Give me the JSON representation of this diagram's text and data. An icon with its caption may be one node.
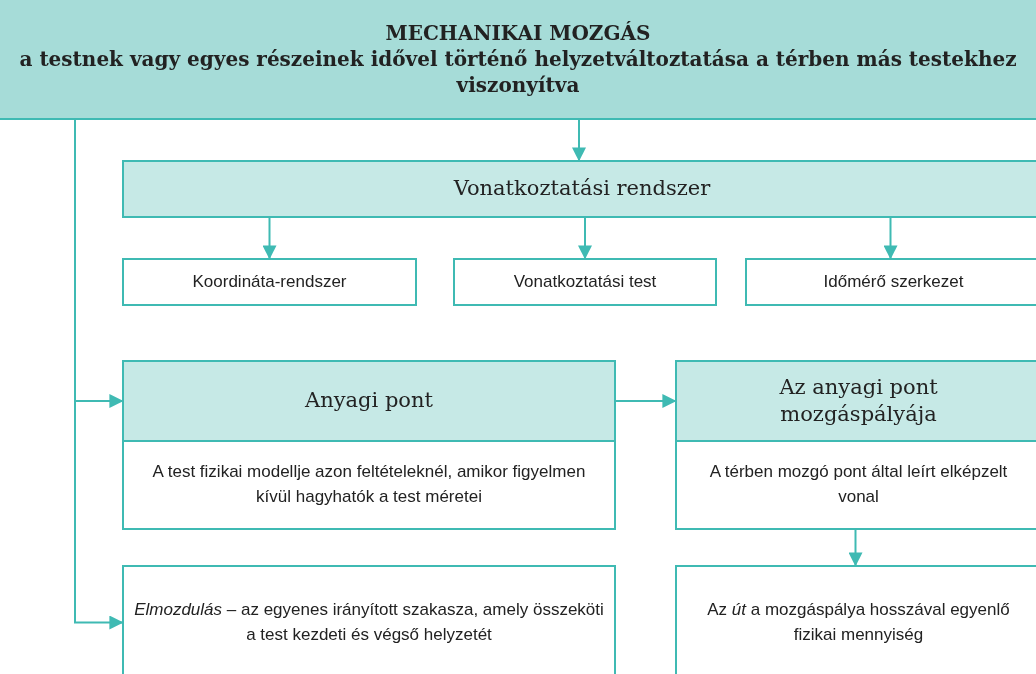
{
  "diagram": {
    "nodes": [
      {
        "text": [
          "MECHANIKAI MOZGÁS",
          "a testnek vagy egyes részeinek idővel történő helyzetváltoztatása a térben más testekhez viszonyítva"
        ]
      },
      {
        "text": [
          "Vonatkoztatási rendszer"
        ]
      },
      {
        "text": [
          "Koordináta-rendszer"
        ]
      },
      {
        "text": [
          "Vonatkoztatási test"
        ]
      },
      {
        "text": [
          "Időmérő szerkezet"
        ]
      },
      {
        "text": [
          "Anyagi pont"
        ]
      },
      {
        "text": [
          "A test fizikai modellje azon feltételeknél, amikor figyelmen kívül hagyhatók a test méretei"
        ]
      },
      {
        "text": [
          "Az anyagi pont mozgáspályája"
        ]
      },
      {
        "text": [
          "A térben mozgó pont által leírt elképzelt vonal"
        ]
      },
      {
        "text": [
          "*Elmozdulás* – az egyenes irányított szakasza, amely összeköti a test kezdeti és végső helyzetét"
        ]
      },
      {
        "text": [
          "Az *út* a mozgáspálya hosszával egyenlő fizikai mennyiség"
        ]
      }
    ],
    "edges": [
      {
        "from": 0,
        "to": 1,
        "arrow": "to"
      },
      {
        "from": 1,
        "to": 2,
        "arrow": "to"
      },
      {
        "from": 1,
        "to": 3,
        "arrow": "to"
      },
      {
        "from": 1,
        "to": 4,
        "arrow": "to"
      },
      {
        "from": 0,
        "to": 5,
        "arrow": "to"
      },
      {
        "from": 0,
        "to": 9,
        "arrow": "to"
      },
      {
        "from": 5,
        "to": 7,
        "arrow": "to"
      },
      {
        "from": 8,
        "to": 10,
        "arrow": "to"
      }
    ]
  }
}
